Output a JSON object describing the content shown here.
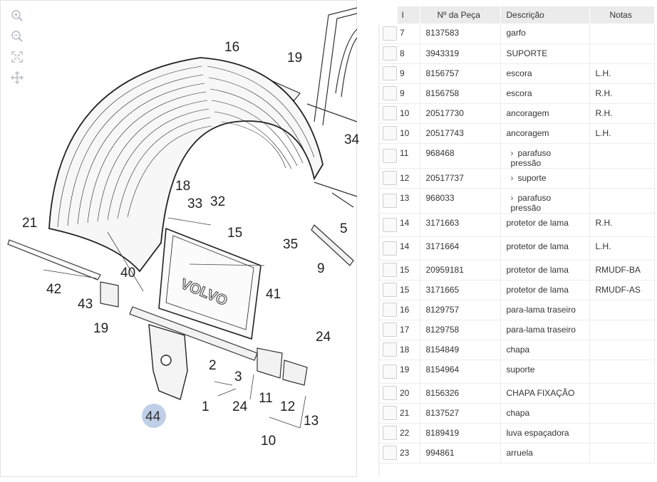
{
  "diagram": {
    "brand": "VOLVO",
    "callouts": [
      "16",
      "19",
      "34",
      "18",
      "33",
      "32",
      "21",
      "15",
      "35",
      "5",
      "9",
      "42",
      "40",
      "41",
      "43",
      "19",
      "24",
      "2",
      "3",
      "11",
      "12",
      "24",
      "1",
      "13",
      "10"
    ],
    "highlighted_callout": "44"
  },
  "tools": {
    "zoom_in": "zoom-in-icon",
    "zoom_out": "zoom-out-icon",
    "fit": "fit-screen-icon",
    "pan": "pan-icon"
  },
  "table": {
    "headers": {
      "item": "I",
      "part": "Nº da Peça",
      "desc": "Descrição",
      "notes": "Notas"
    },
    "rows": [
      {
        "item": "7",
        "part": "8137583",
        "desc": "garfo",
        "notes": "",
        "child": false,
        "tall": false
      },
      {
        "item": "8",
        "part": "3943319",
        "desc": "SUPORTE",
        "notes": "",
        "child": false,
        "tall": false
      },
      {
        "item": "9",
        "part": "8156757",
        "desc": "escora",
        "notes": "L.H.",
        "child": false,
        "tall": false
      },
      {
        "item": "9",
        "part": "8156758",
        "desc": "escora",
        "notes": "R.H.",
        "child": false,
        "tall": false
      },
      {
        "item": "10",
        "part": "20517730",
        "desc": "ancoragem",
        "notes": "R.H.",
        "child": false,
        "tall": false
      },
      {
        "item": "10",
        "part": "20517743",
        "desc": "ancoragem",
        "notes": "L.H.",
        "child": false,
        "tall": false
      },
      {
        "item": "11",
        "part": "968468",
        "desc": "parafuso pressão",
        "notes": "",
        "child": true,
        "tall": true
      },
      {
        "item": "12",
        "part": "20517737",
        "desc": "suporte",
        "notes": "",
        "child": true,
        "tall": false
      },
      {
        "item": "13",
        "part": "968033",
        "desc": "parafuso pressão",
        "notes": "",
        "child": true,
        "tall": true
      },
      {
        "item": "14",
        "part": "3171663",
        "desc": "protetor de lama",
        "notes": "R.H.",
        "child": false,
        "tall": true
      },
      {
        "item": "14",
        "part": "3171664",
        "desc": "protetor de lama",
        "notes": "L.H.",
        "child": false,
        "tall": true
      },
      {
        "item": "15",
        "part": "20959181",
        "desc": "protetor de lama",
        "notes": "RMUDF-BA",
        "child": false,
        "tall": false
      },
      {
        "item": "15",
        "part": "3171665",
        "desc": "protetor de lama",
        "notes": "RMUDF-AS",
        "child": false,
        "tall": false
      },
      {
        "item": "16",
        "part": "8129757",
        "desc": "para-lama traseiro",
        "notes": "",
        "child": false,
        "tall": false
      },
      {
        "item": "17",
        "part": "8129758",
        "desc": "para-lama traseiro",
        "notes": "",
        "child": false,
        "tall": false
      },
      {
        "item": "18",
        "part": "8154849",
        "desc": "chapa",
        "notes": "",
        "child": false,
        "tall": false
      },
      {
        "item": "19",
        "part": "8154964",
        "desc": "suporte",
        "notes": "",
        "child": false,
        "tall": true
      },
      {
        "item": "20",
        "part": "8156326",
        "desc": "CHAPA FIXAÇÃO",
        "notes": "",
        "child": false,
        "tall": false
      },
      {
        "item": "21",
        "part": "8137527",
        "desc": "chapa",
        "notes": "",
        "child": false,
        "tall": false
      },
      {
        "item": "22",
        "part": "8189419",
        "desc": "luva espaçadora",
        "notes": "",
        "child": false,
        "tall": false
      },
      {
        "item": "23",
        "part": "994861",
        "desc": "arruela",
        "notes": "",
        "child": false,
        "tall": false
      }
    ]
  }
}
